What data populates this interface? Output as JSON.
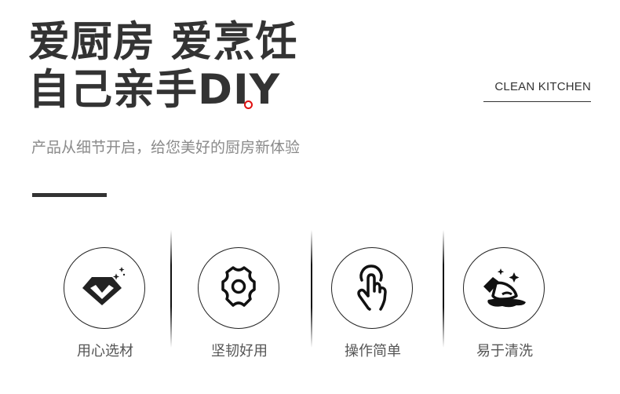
{
  "header": {
    "title_line1": "爱厨房 爱烹饪",
    "title_line2": "自己亲手DIY",
    "english_tag": "CLEAN KITCHEN",
    "subtitle": "产品从细节开启，给您美好的厨房新体验"
  },
  "features": [
    {
      "icon": "diamond-check-icon",
      "label": "用心选材"
    },
    {
      "icon": "gear-icon",
      "label": "坚韧好用"
    },
    {
      "icon": "pointer-hand-icon",
      "label": "操作简单"
    },
    {
      "icon": "wiping-hand-icon",
      "label": "易于清洗"
    }
  ],
  "colors": {
    "title": "#333333",
    "subtitle": "#8a8a8a",
    "label": "#555555",
    "cursor_marker": "#e01010"
  }
}
